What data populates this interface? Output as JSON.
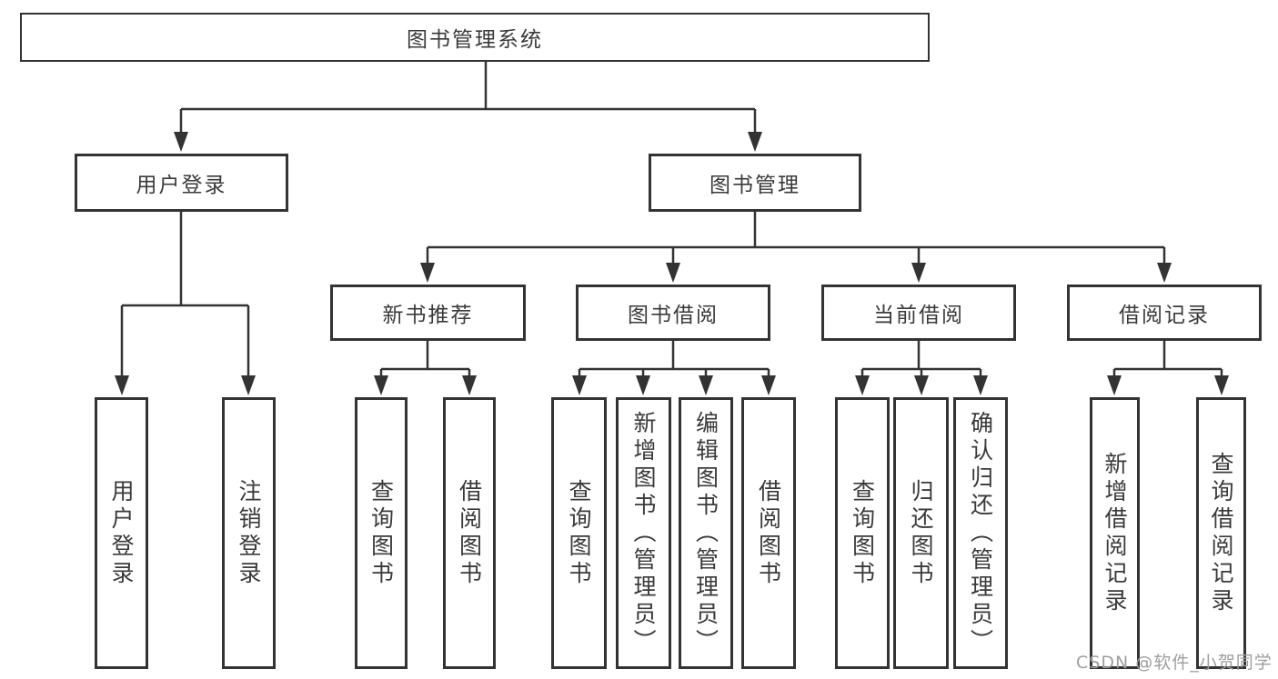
{
  "diagram": {
    "root": "图书管理系统",
    "level2": {
      "user_login": "用户登录",
      "book_mgmt": "图书管理"
    },
    "level3": {
      "new_books": "新书推荐",
      "book_borrow": "图书借阅",
      "current_borrow": "当前借阅",
      "borrow_records": "借阅记录"
    },
    "leaves": {
      "user_login": [
        "用户登录",
        "注销登录"
      ],
      "new_books": [
        "查询图书",
        "借阅图书"
      ],
      "book_borrow": [
        "查询图书",
        "新增图书（管理员）",
        "编辑图书（管理员）",
        "借阅图书"
      ],
      "current_borrow": [
        "查询图书",
        "归还图书",
        "确认归还（管理员）"
      ],
      "borrow_records": [
        "新增借阅记录",
        "查询借阅记录"
      ]
    }
  },
  "watermark": "CSDN @软件_小贺同学",
  "colors": {
    "line": "#333333",
    "text": "#3a3a3a",
    "watermark": "#9e9e9e",
    "background": "#ffffff"
  }
}
